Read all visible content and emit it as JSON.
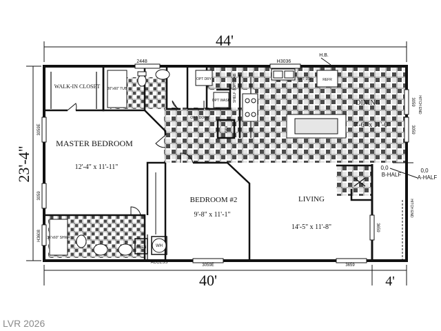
{
  "dimensions": {
    "overall_width": "44'",
    "overall_depth": "23'-4\"",
    "main_width": "40'",
    "porch_width": "4'"
  },
  "rooms": {
    "walk_in_closet": "WALK-IN CLOSET",
    "master_bedroom": {
      "name": "MASTER BEDROOM",
      "size": "12'-4\" x 11'-11\""
    },
    "bedroom2": {
      "name": "BEDROOM #2",
      "size": "9'-8\" x 11'-1\""
    },
    "living": {
      "name": "LIVING",
      "size": "14'-5\" x 11'-8\""
    },
    "dining": {
      "name": "DINING",
      "size": "7'-6\" x 11'-0\""
    }
  },
  "fixtures": {
    "tub_master": "30\"x60\" TUB",
    "shower": "36\"x60\" SHWR",
    "opt_dryer": "OPT DRY",
    "opt_washer": "OPT WASH",
    "shelf": "SHELF / OPT CAB",
    "opt_door": "OPT. DOOR",
    "opt_dw": "OPT DW",
    "refr": "REFR",
    "pan": "PAN",
    "linen": "LINEN",
    "wh": "WH",
    "access": "ACCESS",
    "hb": "H.B."
  },
  "windows": {
    "w2448": "2448",
    "h3036": "H3036",
    "w3059_left_top": "3059E",
    "w3059_left_mid": "3059",
    "h3608": "H3608",
    "w3059e_bottom": "3059E",
    "w3659_bottom": "3659",
    "w3659_right": "3659",
    "w3059_right_a": "3059",
    "w3059_right_b": "3059",
    "hitch_end_a": "HITCH END",
    "hitch_end_b": "HITCH END"
  },
  "exterior": {
    "b_half_value": "0,0",
    "b_half_label": "B-HALF",
    "a_half_value": "0,0",
    "a_half_label": "A-HALF"
  },
  "watermark": "LVR 2026"
}
